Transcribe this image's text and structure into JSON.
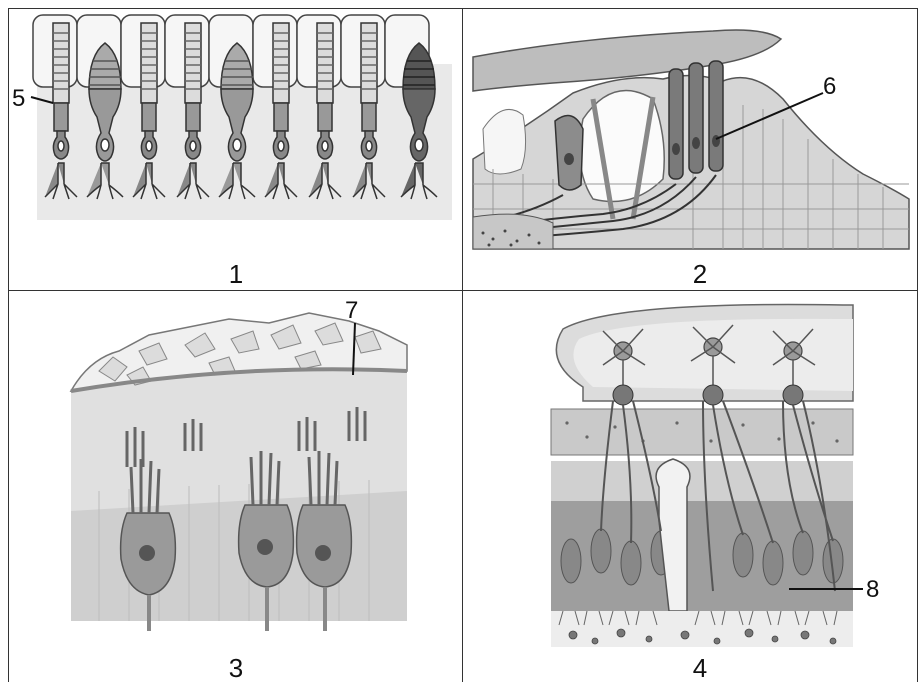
{
  "panels": [
    {
      "caption": "1",
      "pointer_label": "5"
    },
    {
      "caption": "2",
      "pointer_label": "6"
    },
    {
      "caption": "3",
      "pointer_label": "7"
    },
    {
      "caption": "4",
      "pointer_label": "8"
    }
  ]
}
